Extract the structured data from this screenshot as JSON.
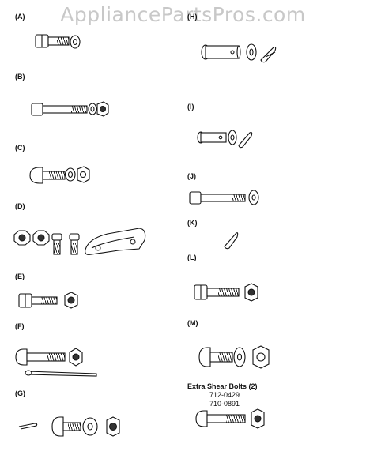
{
  "watermark": "AppliancePartsPros.com",
  "labels": {
    "A": "(A)",
    "B": "(B)",
    "C": "(C)",
    "D": "(D)",
    "E": "(E)",
    "F": "(F)",
    "G": "(G)",
    "H": "(H)",
    "I": "(I)",
    "J": "(J)",
    "K": "(K)",
    "L": "(L)",
    "M": "(M)"
  },
  "extra_shear_bolts": {
    "title": "Extra Shear Bolts (2)",
    "part_numbers": [
      "712-0429",
      "710-0891"
    ]
  }
}
